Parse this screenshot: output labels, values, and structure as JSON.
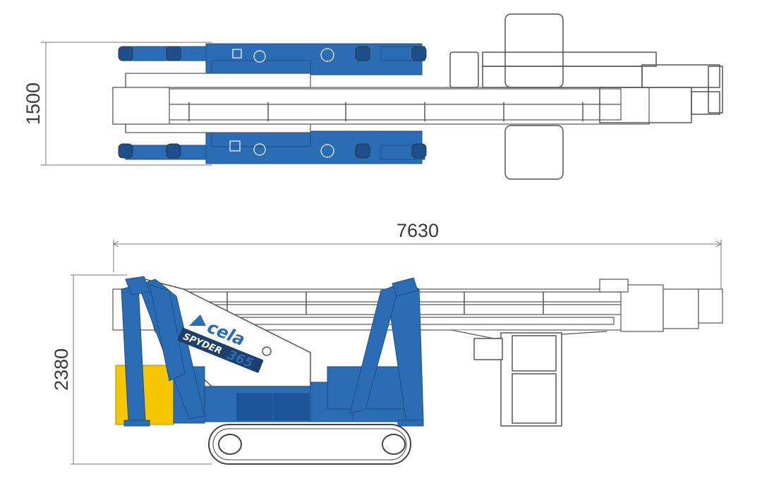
{
  "dimensions": {
    "top_view_width": "1500",
    "overall_length": "7630",
    "overall_height": "2380"
  },
  "branding": {
    "brand": "cela",
    "model": "SPYDER 365",
    "model_word": "SPYDER",
    "model_number": "365"
  },
  "colors": {
    "chassis_blue": "#2a6db5",
    "dark_blue": "#1d5599",
    "counterweight_yellow": "#f7c600",
    "line_gray": "#555555",
    "dimension_line": "#777777"
  }
}
